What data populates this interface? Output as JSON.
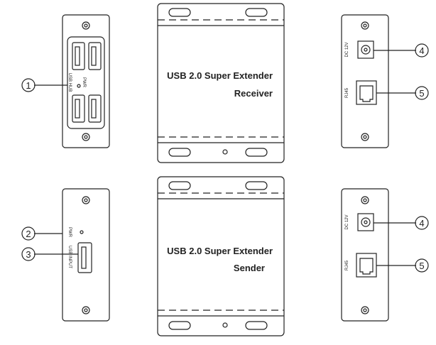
{
  "receiver": {
    "title_line1": "USB 2.0 Super Extender",
    "title_line2": "Receiver",
    "front_labels": {
      "usb_hub": "USB HUB",
      "pwr": "PWR"
    },
    "rear_labels": {
      "dc": "DC 12V",
      "rj45": "RJ45"
    }
  },
  "sender": {
    "title_line1": "USB 2.0 Super Extender",
    "title_line2": "Sender",
    "front_labels": {
      "pwr": "PWR",
      "usb_input": "USB INPUT"
    },
    "rear_labels": {
      "dc": "DC 12V",
      "rj45": "RJ45"
    }
  },
  "callouts": [
    "1",
    "2",
    "3",
    "4",
    "5",
    "4",
    "5"
  ],
  "colors": {
    "stroke": "#222222",
    "fill": "#ffffff"
  }
}
